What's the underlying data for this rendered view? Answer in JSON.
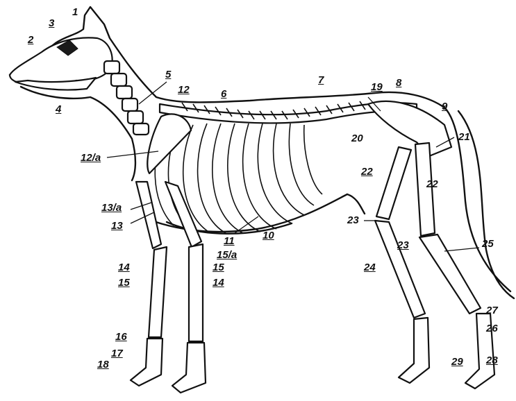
{
  "labels": {
    "l1": "1",
    "l2": "2",
    "l3": "3",
    "l4": "4",
    "l5": "5",
    "l6": "6",
    "l7": "7",
    "l8": "8",
    "l9": "9",
    "l10": "10",
    "l11": "11",
    "l12": "12",
    "l12a": "12/a",
    "l13": "13",
    "l13a": "13/a",
    "l14a": "14",
    "l14b": "14",
    "l15a": "15",
    "l15b": "15",
    "l15c": "15/a",
    "l16": "16",
    "l17": "17",
    "l18": "18",
    "l19": "19",
    "l20": "20",
    "l21": "21",
    "l22a": "22",
    "l22b": "22",
    "l23a": "23",
    "l23b": "23",
    "l24": "24",
    "l25": "25",
    "l26": "26",
    "l27": "27",
    "l28": "28",
    "l29": "29"
  }
}
